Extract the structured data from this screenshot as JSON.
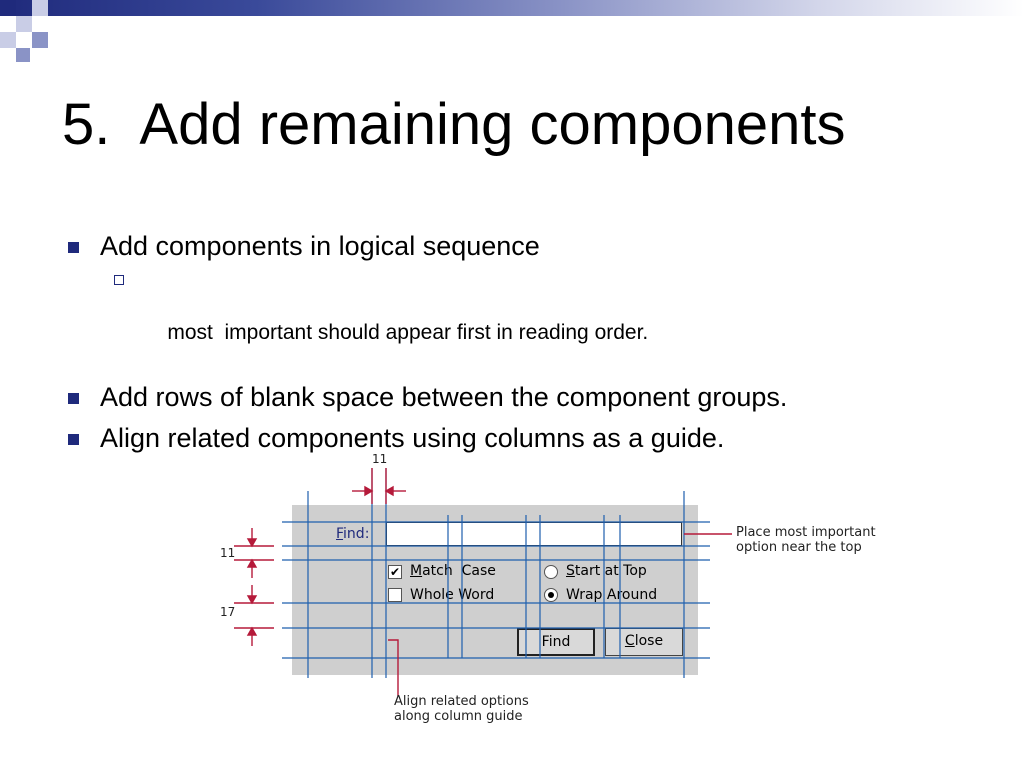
{
  "slide": {
    "title": "5.  Add remaining components",
    "bullets": [
      "Add components in logical sequence",
      "Add rows of blank space between the component groups.",
      "Align related components using columns as a guide."
    ],
    "sub_bullets": [
      "most  important should appear first in reading order."
    ]
  },
  "figure": {
    "find_label_first": "F",
    "find_label_rest": "ind:",
    "options": {
      "match_case_m": "M",
      "match_case_rest": "atch  Case",
      "whole_word": "Whole Word",
      "start_at_top_s": "S",
      "start_at_top_rest": "tart at Top",
      "wrap_around": "Wrap Around"
    },
    "buttons": {
      "find": "Find",
      "close_c": "C",
      "close_rest": "lose"
    },
    "dimensions": {
      "top": "11",
      "left_upper": "11",
      "left_lower": "17"
    },
    "annotations": {
      "right": "Place most important\noption near the top",
      "bottom": "Align related options\nalong column guide"
    },
    "checkmark": "✔",
    "colors": {
      "guide": "#1f5fae",
      "callout": "#b51a3a",
      "bullet": "#1f2a7c"
    }
  }
}
